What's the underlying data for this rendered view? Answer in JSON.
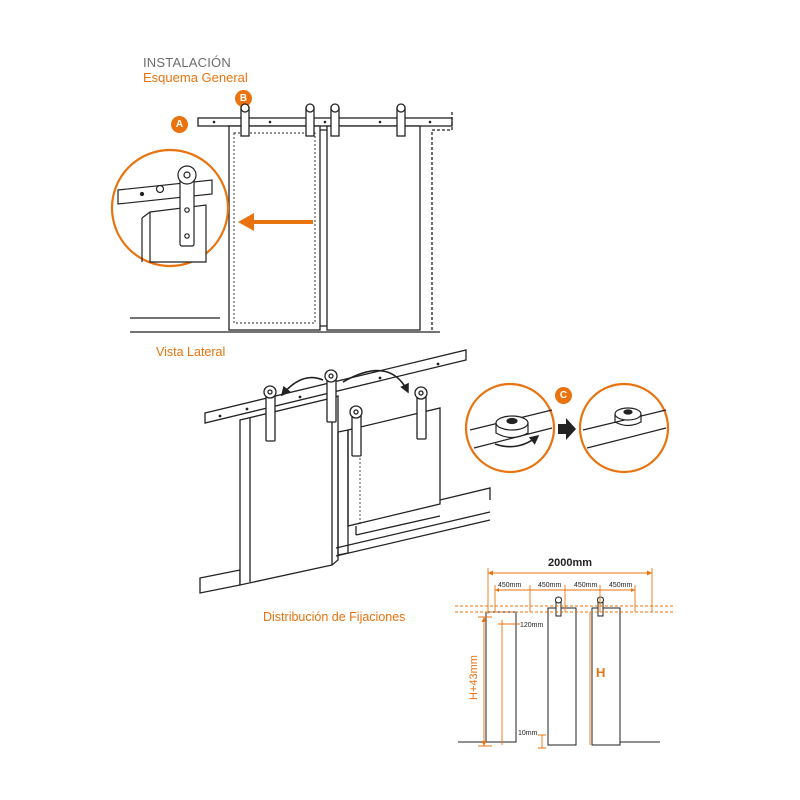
{
  "header": {
    "title": "INSTALACIÓN",
    "subtitle": "Esquema General"
  },
  "callouts": {
    "a": "A",
    "b": "B",
    "c": "C"
  },
  "views": {
    "lateral": "Vista Lateral",
    "fixings": "Distribución de Fijaciones"
  },
  "dimensions": {
    "total_width": "2000mm",
    "spacings": [
      "450mm",
      "450mm",
      "450mm",
      "450mm"
    ],
    "offset": "120mm",
    "height_total": "H+43mm",
    "height": "H",
    "floor_gap": "10mm"
  },
  "colors": {
    "accent": "#e9730f",
    "line": "#222222",
    "dim_line": "#e9730f"
  }
}
